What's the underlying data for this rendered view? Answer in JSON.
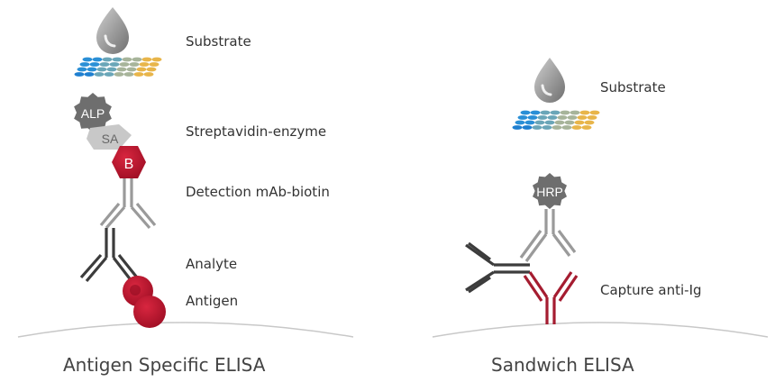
{
  "left_panel": {
    "caption": "Antigen Specific ELISA",
    "labels": {
      "substrate": "Substrate",
      "streptavidin_enzyme": "Streptavidin-enzyme",
      "detection_mab_biotin": "Detection mAb-biotin",
      "analyte": "Analyte",
      "antigen": "Antigen"
    },
    "badges": {
      "alp": "ALP",
      "sa": "SA",
      "b": "B"
    }
  },
  "right_panel": {
    "caption": "Sandwich ELISA",
    "labels": {
      "substrate": "Substrate",
      "capture_anti_ig": "Capture anti-Ig"
    },
    "badges": {
      "hrp": "HRP"
    }
  },
  "colors": {
    "biotin_red": "#c4122f",
    "capture_red": "#a51c30",
    "detection_gray": "#9a9a9a",
    "analyte_dark": "#3c3c3c",
    "enzyme_gray": "#6e6e6e",
    "streptavidin_gray": "#c8c8c8",
    "surface_line": "#c8c8c8",
    "dot_blue": "#2a8fd6",
    "dot_teal": "#6aa6b8",
    "dot_sage": "#a7b49a",
    "dot_gold": "#e8b54a"
  }
}
